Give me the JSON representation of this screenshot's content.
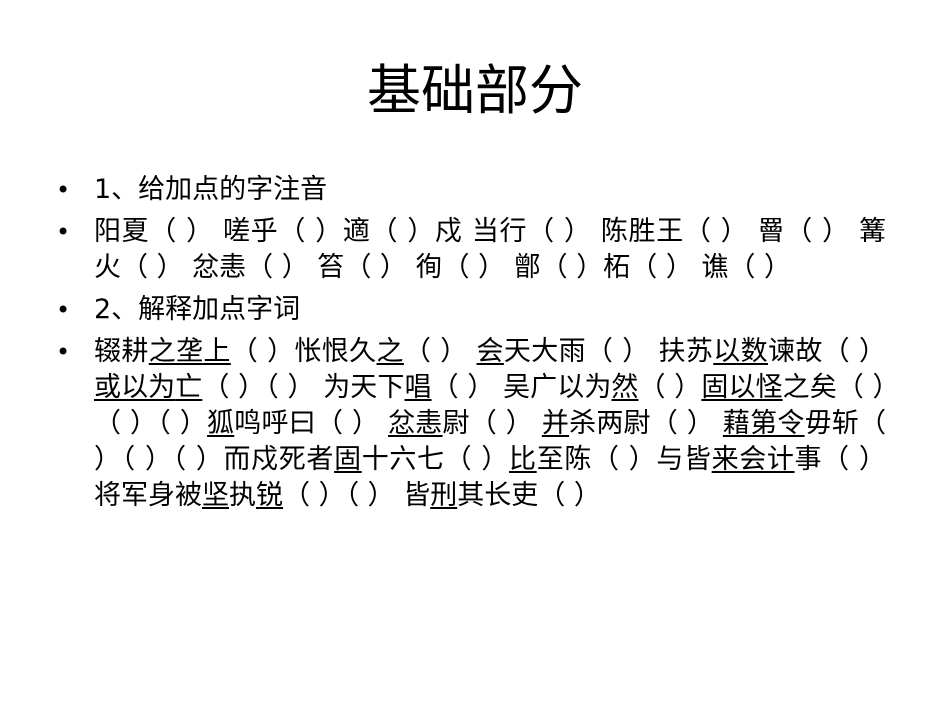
{
  "title": "基础部分",
  "bullets": [
    {
      "marker": "•",
      "segments": [
        {
          "t": "1、给加点的字注音"
        }
      ]
    },
    {
      "marker": "•",
      "segments": [
        {
          "t": "阳夏（   ）  嗟乎（   ）適（   ）戍 当行（   ） 陈胜王（   ） 罾（   ） 篝火（   ）  忿恚（   ）  笞（   ）  徇（   ）  鄫（   ）柘（   ）  谯（   ）"
        }
      ]
    },
    {
      "marker": "•",
      "segments": [
        {
          "t": "2、解释加点字词"
        }
      ]
    },
    {
      "marker": "•",
      "segments": [
        {
          "t": "辍耕"
        },
        {
          "t": "之垄上",
          "u": true
        },
        {
          "t": "（   ）怅恨久"
        },
        {
          "t": "之",
          "u": true
        },
        {
          "t": "（   ）  "
        },
        {
          "t": "会",
          "u": true
        },
        {
          "t": "天大雨（   ） 扶苏"
        },
        {
          "t": "以数",
          "u": true
        },
        {
          "t": "谏故（   ） "
        },
        {
          "t": "或以为",
          "u": true
        },
        {
          "t": "亡",
          "u": true
        },
        {
          "t": "（   ）（   ） 为天下"
        },
        {
          "t": "唱",
          "u": true
        },
        {
          "t": "（   ） 吴广以为"
        },
        {
          "t": "然",
          "u": true
        },
        {
          "t": "（   ）"
        },
        {
          "t": "固以怪",
          "u": true
        },
        {
          "t": "之矣（   ）（   ）（   ）"
        },
        {
          "t": "狐",
          "u": true
        },
        {
          "t": "鸣呼曰（   ） "
        },
        {
          "t": "忿恚",
          "u": true
        },
        {
          "t": "尉（   ） "
        },
        {
          "t": "并",
          "u": true
        },
        {
          "t": "杀两尉（   ） "
        },
        {
          "t": "藉第令",
          "u": true
        },
        {
          "t": "毋斩（   ）（   ）（   ）而戍死者"
        },
        {
          "t": "固",
          "u": true
        },
        {
          "t": "十六七（   ）"
        },
        {
          "t": "比",
          "u": true
        },
        {
          "t": "至陈（   ）与皆"
        },
        {
          "t": "来会计",
          "u": true
        },
        {
          "t": "事（   ） 将军身被"
        },
        {
          "t": "坚",
          "u": true
        },
        {
          "t": "执"
        },
        {
          "t": "锐",
          "u": true
        },
        {
          "t": "（   ）（   ） 皆"
        },
        {
          "t": "刑",
          "u": true
        },
        {
          "t": "其长吏（   ）"
        }
      ]
    }
  ]
}
